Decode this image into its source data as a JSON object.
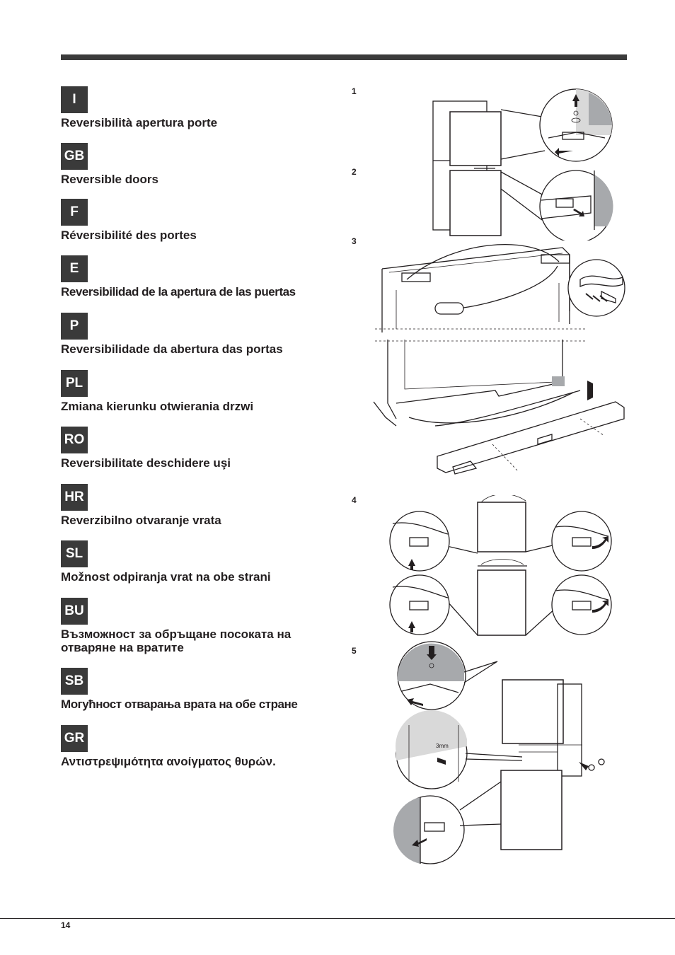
{
  "languages": [
    {
      "code": "I",
      "title": "Reversibilità apertura porte"
    },
    {
      "code": "GB",
      "title": "Reversible doors"
    },
    {
      "code": "F",
      "title": "Réversibilité des portes"
    },
    {
      "code": "E",
      "title": "Reversibilidad de la apertura de las puertas"
    },
    {
      "code": "P",
      "title": "Reversibilidade da abertura das portas"
    },
    {
      "code": "PL",
      "title": "Zmiana kierunku otwierania drzwi"
    },
    {
      "code": "RO",
      "title": "Reversibilitate deschidere uşi"
    },
    {
      "code": "HR",
      "title": "Reverzibilno otvaranje vrata"
    },
    {
      "code": "SL",
      "title": "Možnost odpiranja vrat na obe strani"
    },
    {
      "code": "BU",
      "title": "Възможност за обръщане посоката на отваряне на вратите"
    },
    {
      "code": "SB",
      "title": "Могућност отварања врата на обе стране"
    },
    {
      "code": "GR",
      "title": "Αντιστρεψιμότητα ανοίγματος θυρών."
    }
  ],
  "steps": [
    "1",
    "2",
    "3",
    "4",
    "5"
  ],
  "figure_labels": {
    "gap": "3mm"
  },
  "page_number": "14",
  "colors": {
    "badge": "#3a3a3a",
    "rule": "#3b3b3b",
    "shade": "#a7a9ac"
  }
}
